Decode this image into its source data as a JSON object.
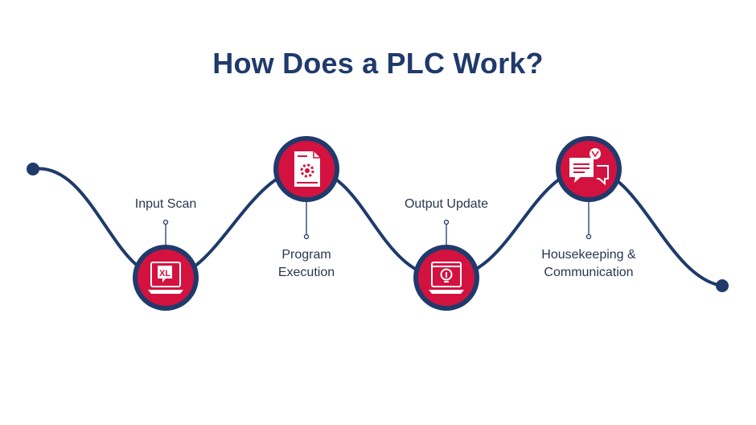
{
  "title": "How Does a PLC Work?",
  "steps": [
    {
      "label_lines": [
        "Input Scan"
      ],
      "icon": "laptop-excel-icon"
    },
    {
      "label_lines": [
        "Program",
        "Execution"
      ],
      "icon": "document-gear-icon"
    },
    {
      "label_lines": [
        "Output Update"
      ],
      "icon": "monitor-lightbulb-icon"
    },
    {
      "label_lines": [
        "Housekeeping &",
        "Communication"
      ],
      "icon": "chat-bubbles-icon"
    }
  ],
  "colors": {
    "title": "#1f3a6b",
    "wave": "#1f3a6b",
    "node_fill": "#d3123f",
    "node_ring": "#1f3a6b",
    "label": "#2a3550"
  }
}
